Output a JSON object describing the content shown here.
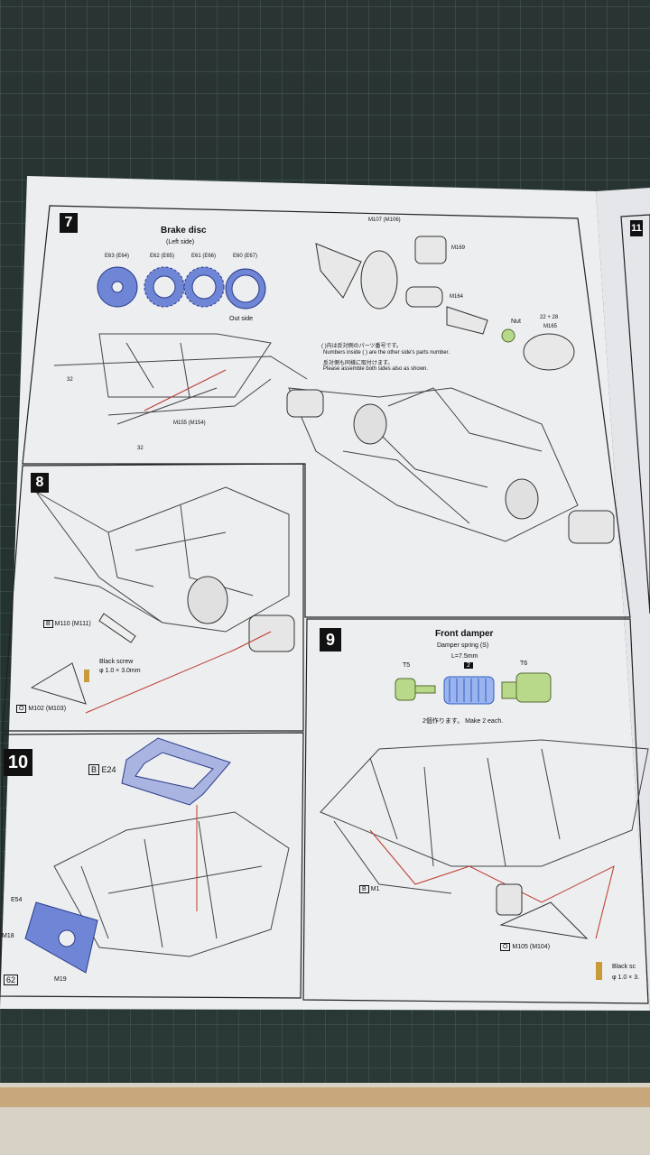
{
  "steps": {
    "s7": {
      "number": "7",
      "title": "Brake disc",
      "subtitle": "(Left side)",
      "disc_labels": [
        "E63 (E64)",
        "E62 (E65)",
        "E61 (E66)",
        "E60 (E67)"
      ],
      "out_side": "Out side",
      "parts": {
        "m107": "M107 (M106)",
        "m169": "M169",
        "m164": "M164",
        "nut": "Nut",
        "m165": "M165",
        "m155": "M155 (M154)",
        "p32a": "32",
        "p32b": "32",
        "p22_28": "22 + 28"
      },
      "notes": [
        "( )内は反対側のパーツ番号です。",
        "Numbers inside ( ) are the other side's parts number.",
        "反対側も同様に取付けます。",
        "Please assemble both sides also as shown."
      ]
    },
    "s8": {
      "number": "8",
      "m110": "M110 (M111)",
      "m110_tag": "B",
      "screw": "Black screw",
      "screw_size": "φ 1.0 × 3.0mm",
      "m102": "M102 (M103)",
      "m102_tag": "O"
    },
    "s9": {
      "number": "9",
      "title": "Front damper",
      "spring": "Damper spring (S)",
      "length": "L=7.5mm",
      "spring_no": "2",
      "t5": "T5",
      "t6": "T6",
      "make": "2個作ります。 Make 2 each.",
      "m1": "M1",
      "m1_tag": "B",
      "m105": "M105 (M104)",
      "m105_tag": "O",
      "screw": "Black sc",
      "screw_size": "φ 1.0 × 3."
    },
    "s10": {
      "number": "10",
      "e24": "E24",
      "e24_tag": "B",
      "e54": "E54",
      "m18": "M18",
      "m19": "M19",
      "p62": "62"
    },
    "s11": {
      "number": "11"
    }
  },
  "colors": {
    "part_blue": "#6f86d6",
    "part_green": "#b9d98a",
    "screw": "#c89a3a",
    "red_line": "#c0392b"
  }
}
